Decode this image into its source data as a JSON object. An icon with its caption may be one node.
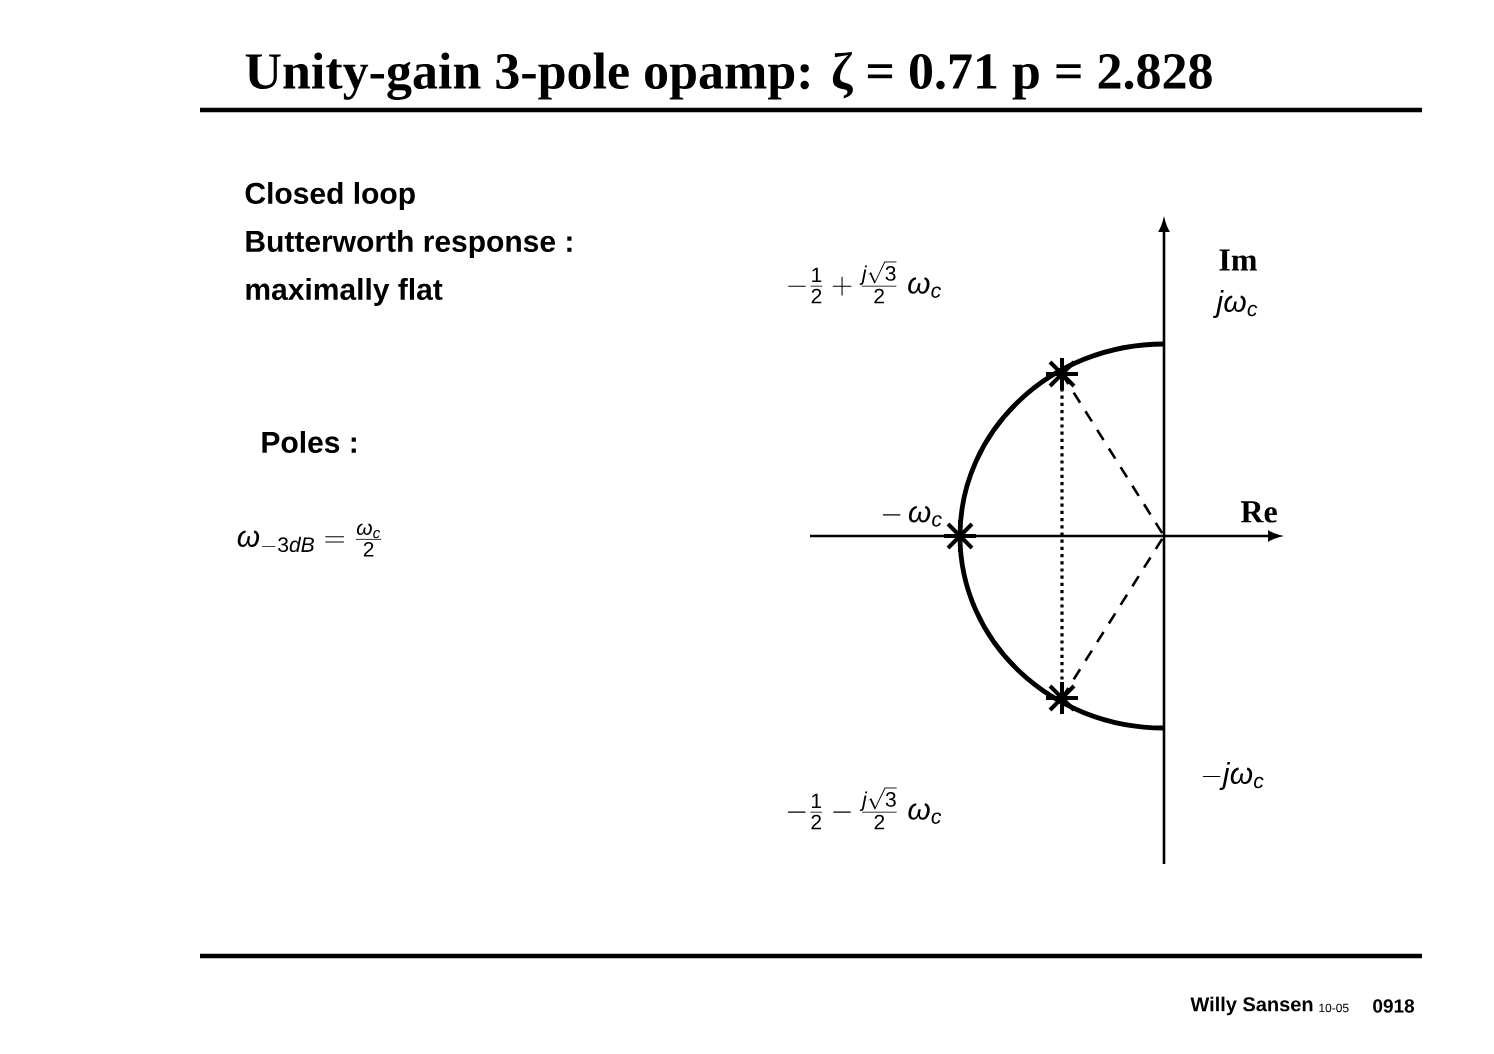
{
  "diagram": {
    "title": "Unity-gain 3-pole opamp: ζ = 0.71 p = 2.828",
    "labels": [
      "Closed loop",
      "Butterworth response :",
      "maximally flat",
      "-\\frac{1}{2}+\\frac{j\\sqrt{3}}{2}\\;\\omega_c",
      "Im",
      "j\\omega_c",
      "Poles :",
      "-\\,\\omega_c",
      "Re",
      "\\omega_{-3dB} = \\frac{\\omega_c}{2}",
      "-j\\omega_c",
      "-\\frac{1}{2}-\\frac{j\\sqrt{3}}{2}\\;\\omega_c",
      "Willy Sansen",
      "10-05",
      "0918"
    ]
  }
}
